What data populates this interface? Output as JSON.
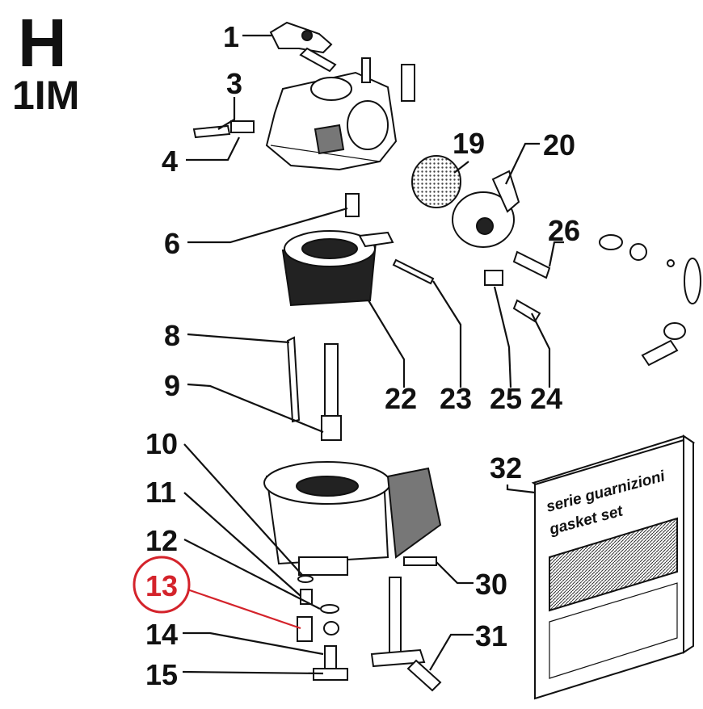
{
  "title": {
    "letter": "H",
    "code": "1IM"
  },
  "highlight_color": "#d4232b",
  "callouts": [
    "1",
    "3",
    "4",
    "6",
    "8",
    "9",
    "10",
    "11",
    "12",
    "13",
    "14",
    "15",
    "19",
    "20",
    "22",
    "23",
    "24",
    "25",
    "26",
    "30",
    "31",
    "32"
  ],
  "highlighted_callout": "13",
  "gasket_set_box": {
    "line1": "serie guarnizioni",
    "line2": "gasket set"
  }
}
